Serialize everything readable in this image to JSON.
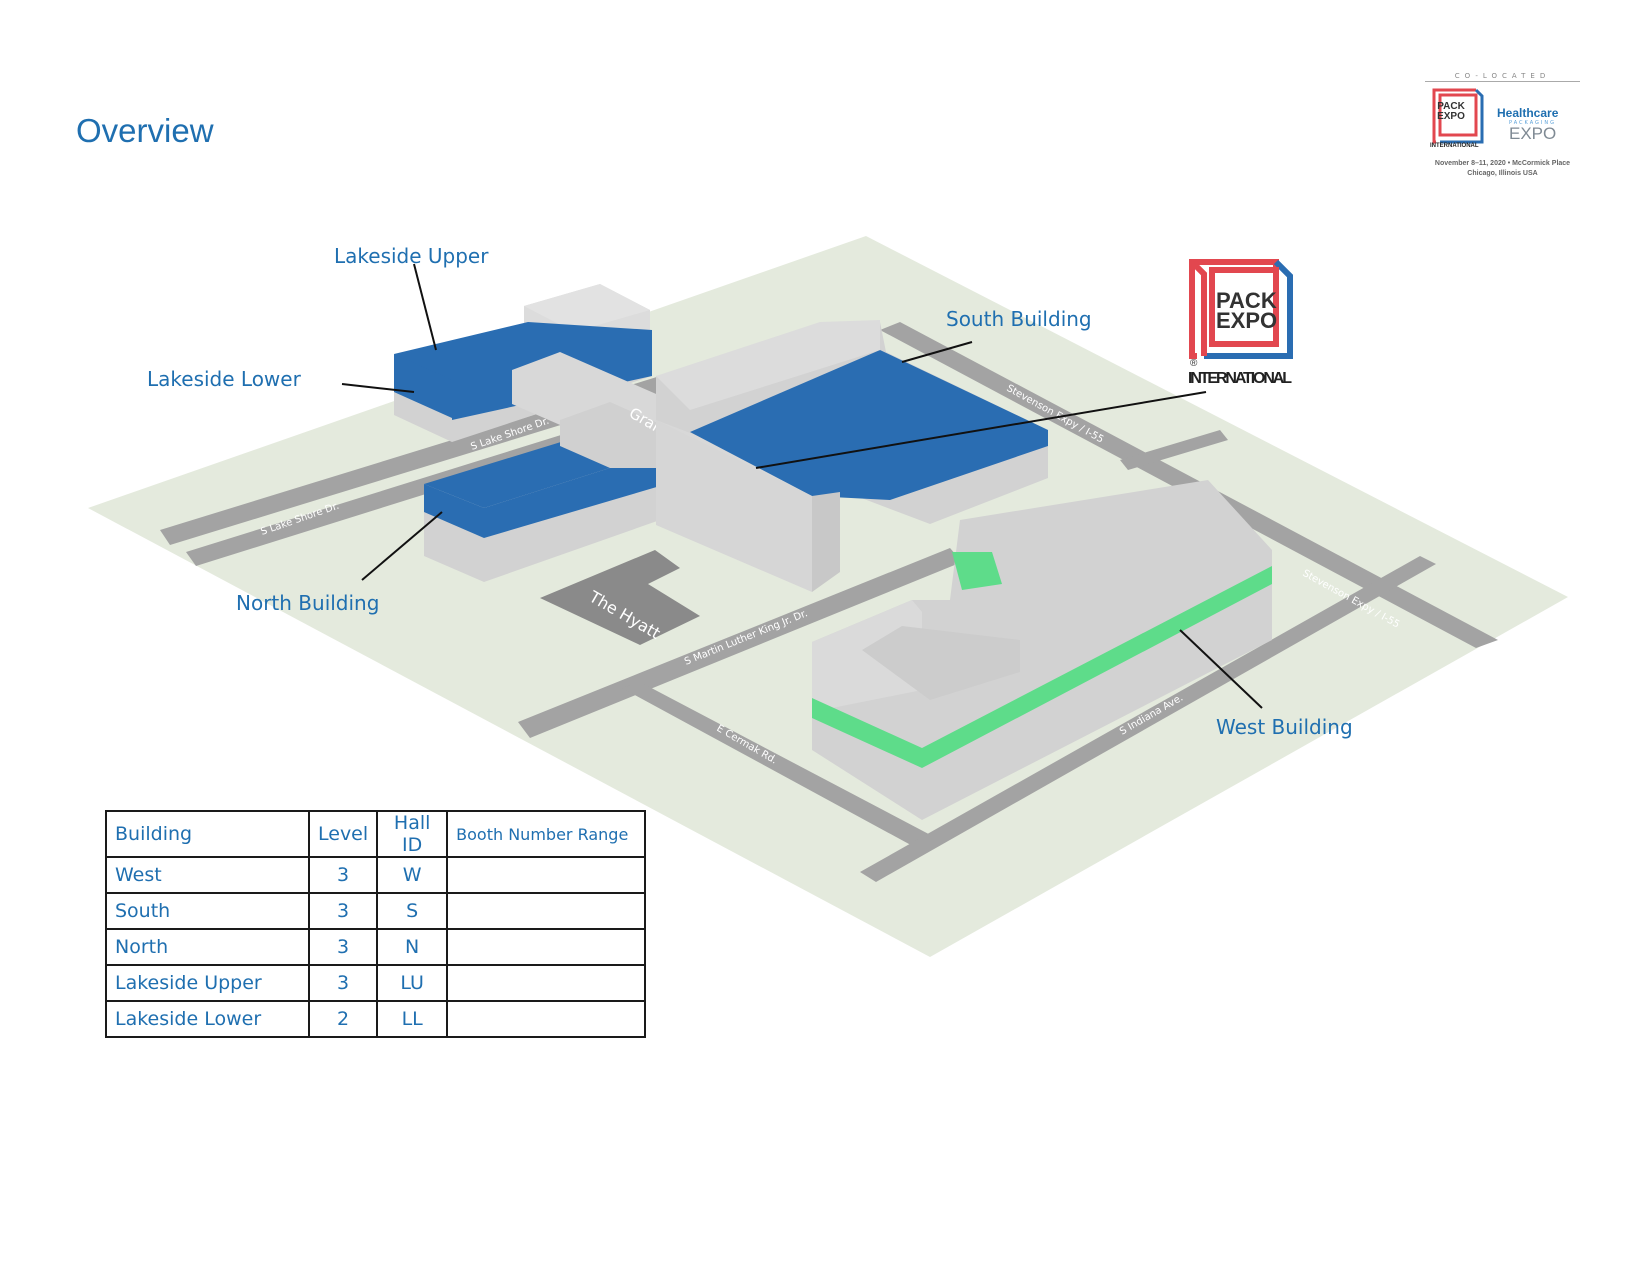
{
  "page": {
    "title": "Overview"
  },
  "buildings": {
    "lakeside_upper": "Lakeside Upper",
    "lakeside_lower": "Lakeside Lower",
    "north": "North Building",
    "south": "South Building",
    "west": "West Building"
  },
  "streets": {
    "lake_shore_1": "S Lake Shore Dr.",
    "lake_shore_2": "S Lake Shore Dr.",
    "stevenson_1": "Stevenson Expy / I-55",
    "stevenson_2": "Stevenson Expy / I-55",
    "mlk": "S Martin Luther  King Jr. Dr.",
    "cermak": "E Cermak Rd.",
    "indiana": "S Indiana Ave."
  },
  "landmarks": {
    "grand_concourse": "Grand Concourse",
    "hyatt": "The Hyatt"
  },
  "pack_expo_logo": {
    "line1": "PACK",
    "line2": "EXPO",
    "registered": "®",
    "international": "INTERNATIONAL"
  },
  "colocated_logo": {
    "top": "CO-LOCATED",
    "pack_line1": "PACK",
    "pack_line2": "EXPO",
    "international": "INTERNATIONAL",
    "healthcare": "Healthcare",
    "packaging": "PACKAGING",
    "expo": "EXPO",
    "dates": "November 8–11, 2020 • McCormick Place",
    "location": "Chicago, Illinois USA"
  },
  "table": {
    "headers": [
      "Building",
      "Level",
      "Hall ID",
      "Booth Number Range"
    ],
    "rows": [
      {
        "building": "West",
        "level": "3",
        "hall": "W",
        "range": ""
      },
      {
        "building": "South",
        "level": "3",
        "hall": "S",
        "range": ""
      },
      {
        "building": "North",
        "level": "3",
        "hall": "N",
        "range": ""
      },
      {
        "building": "Lakeside Upper",
        "level": "3",
        "hall": "LU",
        "range": ""
      },
      {
        "building": "Lakeside Lower",
        "level": "2",
        "hall": "LL",
        "range": ""
      }
    ]
  },
  "colors": {
    "ground": "#e4eadd",
    "road": "#a3a3a3",
    "building": "#d2d2d2",
    "hall_highlight": "#2a6db2",
    "west_level": "#5edc8a",
    "label": "#1f6fb0",
    "logo_red": "#e2474f",
    "logo_blue": "#2a6db2"
  }
}
